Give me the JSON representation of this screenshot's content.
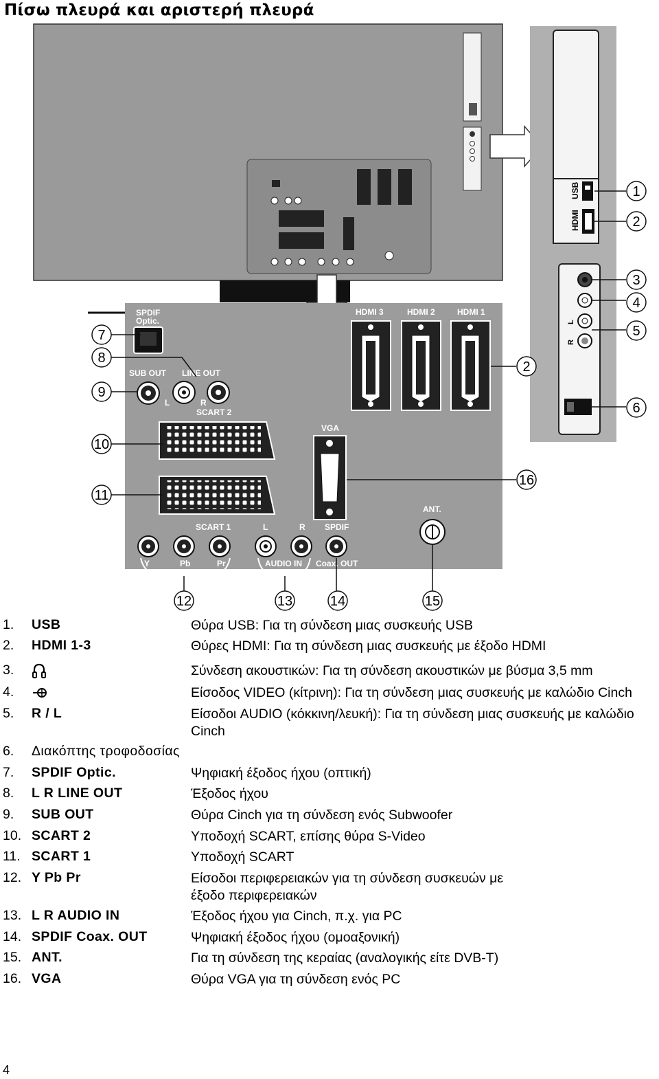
{
  "page": {
    "title": "Πίσω πλευρά και αριστερή πλευρά",
    "page_number": "4"
  },
  "figure": {
    "labels": {
      "spdif_optic_1": "SPDIF",
      "spdif_optic_2": "Optic.",
      "sub_out": "SUB OUT",
      "line_out": "LINE OUT",
      "l": "L",
      "r": "R",
      "scart2": "SCART 2",
      "scart1": "SCART 1",
      "hdmi3": "HDMI 3",
      "hdmi2": "HDMI 2",
      "hdmi1": "HDMI 1",
      "vga": "VGA",
      "ant": "ANT.",
      "y": "Y",
      "pb": "Pb",
      "pr": "Pr",
      "audio_in_l": "L",
      "audio_in_r": "R",
      "audio_in": "AUDIO IN",
      "spdif": "SPDIF",
      "coax_out": "Coax. OUT",
      "usb": "USB",
      "hdmi": "HDMI",
      "side_l": "L",
      "side_r": "R"
    },
    "callouts": [
      "1",
      "2",
      "3",
      "4",
      "5",
      "6",
      "7",
      "8",
      "9",
      "10",
      "11",
      "2",
      "16",
      "12",
      "13",
      "14",
      "15"
    ]
  },
  "items": [
    {
      "idx": "1.",
      "name": "USB",
      "desc": "Θύρα USB: Για τη σύνδεση μιας συσκευής USB"
    },
    {
      "idx": "2.",
      "name": "HDMI 1-3",
      "desc": "Θύρες HDMI: Για τη σύνδεση μιας συσκευής με έξοδο HDMI"
    },
    {
      "idx": "3.",
      "name": "",
      "icon": "headphones-icon",
      "desc": "Σύνδεση ακουστικών: Για τη σύνδεση ακουστικών με βύσμα 3,5 mm"
    },
    {
      "idx": "4.",
      "name": "",
      "icon": "video-in-icon",
      "desc": "Είσοδος VIDEO (κίτρινη): Για τη σύνδεση μιας συσκευής με καλώδιο Cinch"
    },
    {
      "idx": "5.",
      "name": "R / L",
      "desc": "Είσοδοι AUDIO (κόκκινη/λευκή): Για τη σύνδεση μιας συσκευής με καλώδιο Cinch"
    },
    {
      "idx": "6.",
      "name": "Διακόπτης τροφοδοσίας",
      "desc": ""
    },
    {
      "idx": "7.",
      "name": "SPDIF Optic.",
      "desc": "Ψηφιακή έξοδος ήχου (οπτική)"
    },
    {
      "idx": "8.",
      "name": "L R LINE OUT",
      "desc": "Έξοδος ήχου"
    },
    {
      "idx": "9.",
      "name": "SUB OUT",
      "desc": "Θύρα Cinch για τη σύνδεση ενός Subwoofer"
    },
    {
      "idx": "10.",
      "name": "SCART 2",
      "desc": "Υποδοχή SCART, επίσης θύρα S-Video"
    },
    {
      "idx": "11.",
      "name": "SCART 1",
      "desc": "Υποδοχή SCART"
    },
    {
      "idx": "12.",
      "name": "Y Pb Pr",
      "desc": "Είσοδοι περιφερειακών για τη σύνδεση συσκευών με έξοδο περιφερειακών"
    },
    {
      "idx": "13.",
      "name": "L R AUDIO IN",
      "desc": "Έξοδος ήχου για Cinch, π.χ. για PC"
    },
    {
      "idx": "14.",
      "name": "SPDIF Coax. OUT",
      "desc": "Ψηφιακή έξοδος ήχου (ομοαξονική)"
    },
    {
      "idx": "15.",
      "name": "ANT.",
      "desc": "Για τη σύνδεση της κεραίας (αναλογικής είτε DVB-T)"
    },
    {
      "idx": "16.",
      "name": "VGA",
      "desc": "Θύρα VGA για τη σύνδεση ενός PC"
    }
  ]
}
